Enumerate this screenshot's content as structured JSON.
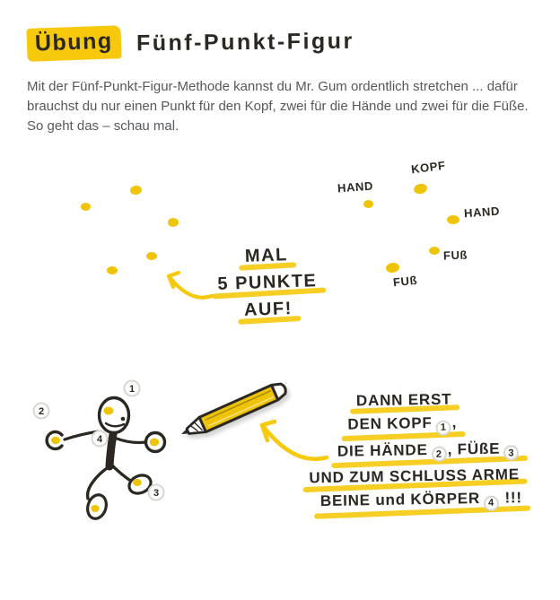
{
  "header": {
    "badge_label": "Übung",
    "title": "Fünf-Punkt-Figur"
  },
  "intro": {
    "lines": [
      "Mit der Fünf-Punkt-Figur-Methode kannst du Mr. Gum ordentlich stretchen ... dafür",
      "brauchst du nur einen Punkt für den Kopf, zwei für die Hände und zwei für die Füße.",
      "So geht das – schau mal."
    ]
  },
  "colors": {
    "marker_yellow": "#F6C90C",
    "dot_yellow": "#EFC407",
    "ink": "#2B2721",
    "body_text": "#55585C",
    "ring_gray": "#D8D8D2"
  },
  "dots_note": {
    "lines": [
      "MAL",
      "5 PUNKTE",
      "AUF!"
    ]
  },
  "point_labels": {
    "kopf": "KOPF",
    "hand_left": "HAND",
    "hand_right": "HAND",
    "fuss_right": "FUß",
    "fuss_left": "FUß"
  },
  "figure_numbers": {
    "head": "1",
    "hand_left": "2",
    "foot_right": "3",
    "body": "4"
  },
  "steps_note": {
    "line1": "DANN ERST",
    "line2_text": "DEN KOPF",
    "line2_num": "1",
    "line2_tail": ",",
    "line3_text1": "DIE HÄNDE",
    "line3_num1": "2",
    "line3_text2": ", FÜßE",
    "line3_num2": "3",
    "line4": "UND ZUM SCHLUSS ARME",
    "line5_text": "BEINE und KÖRPER",
    "line5_num": "4",
    "line5_tail": "!!!"
  }
}
